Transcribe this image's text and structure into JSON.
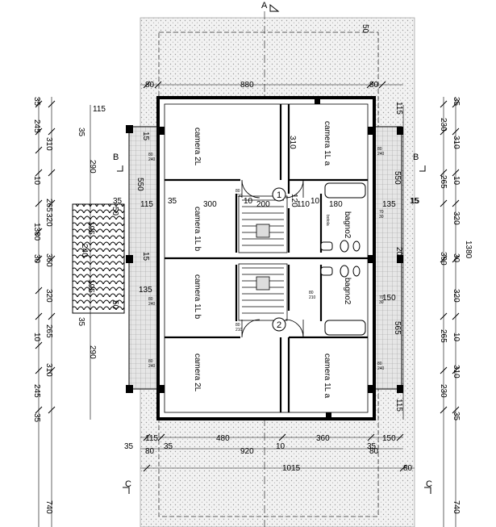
{
  "section_marks": {
    "a": "A",
    "b_left": "B",
    "b_right": "B",
    "c_left": "C",
    "c_right": "C"
  },
  "unit_numbers": {
    "u1": "1",
    "u2": "2"
  },
  "rooms": {
    "camera_2l_top": "camera 2L",
    "camera_1l_a_top": "camera 1L a",
    "camera_1l_b_top": "camera 1L b",
    "camera_1l_b_bottom": "camera 1L b",
    "camera_2l_bottom": "camera 2L",
    "camera_1l_a_bottom": "camera 1L a",
    "bagno2_top": "bagno2",
    "bagno2_bottom": "bagno2",
    "botola": "botola"
  },
  "openings": {
    "w1": "80\n240",
    "w2": "80\n210",
    "w3": "70\n30"
  },
  "top_dims": {
    "d80_left": "80",
    "d880": "880",
    "d80_right": "80",
    "d50": "50"
  },
  "left_dims_outer": [
    "35",
    "245",
    "310",
    "10",
    "265",
    "1380",
    "320",
    "30",
    "360",
    "320",
    "10",
    "265",
    "310",
    "245",
    "35"
  ],
  "left_dims_inner": [
    "115",
    "35",
    "290",
    "550",
    "35",
    "115",
    "15",
    "15",
    "135",
    "290",
    "35"
  ],
  "right_dims_outer": [
    "35",
    "230",
    "310",
    "265",
    "10",
    "320",
    "1380",
    "390",
    "30",
    "320",
    "265",
    "10",
    "310",
    "230",
    "35"
  ],
  "right_dims_inner": [
    "115",
    "550",
    "135",
    "15",
    "20",
    "150",
    "565",
    "115"
  ],
  "plan_dims": {
    "d300": "300",
    "d200": "200",
    "d110": "110",
    "d180": "180",
    "d120": "120",
    "d10a": "10",
    "d10b": "10",
    "d310": "310",
    "d35": "35",
    "d15": "15"
  },
  "stair_dims": [
    "195",
    "195",
    "240",
    "50",
    "50"
  ],
  "bottom_dims": {
    "d115": "115",
    "d480": "480",
    "d360": "360",
    "d150": "150",
    "d35a": "35",
    "d35b": "35",
    "d35c": "35",
    "d80a": "80",
    "d920": "920",
    "d10": "10",
    "d80b": "80",
    "d1015": "1015",
    "d80c": "80",
    "d740a": "740",
    "d740b": "740"
  }
}
